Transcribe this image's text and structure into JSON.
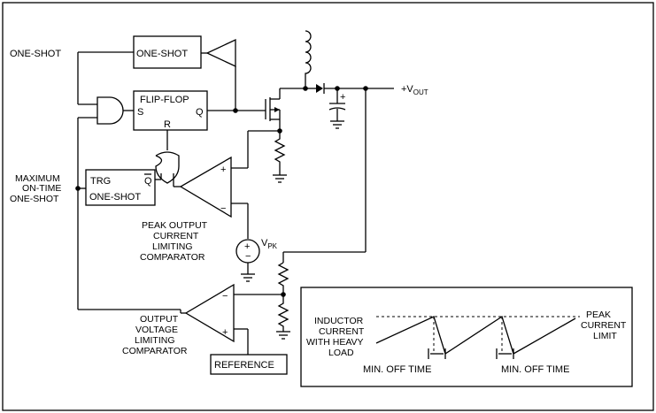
{
  "labels": {
    "one_shot_left": "ONE-SHOT",
    "one_shot_box": "ONE-SHOT",
    "flip_flop": "FLIP-FLOP",
    "ff_s": "S",
    "ff_q": "Q",
    "ff_r": "R",
    "trg": "TRG",
    "q_bar": "Q",
    "trg_one_shot": "ONE-SHOT",
    "max_on_time": [
      "MAXIMUM",
      "ON-TIME",
      "ONE-SHOT"
    ],
    "plus": "+",
    "minus": "−",
    "peak_comparator": [
      "PEAK OUTPUT",
      "CURRENT",
      "LIMITING",
      "COMPARATOR"
    ],
    "vpk_main": "V",
    "vpk_sub": "PK",
    "vout_main": "+V",
    "vout_sub": "OUT",
    "output_comparator": [
      "OUTPUT",
      "VOLTAGE",
      "LIMITING",
      "COMPARATOR"
    ],
    "reference": "REFERENCE"
  },
  "inset": {
    "inductor_label": [
      "INDUCTOR",
      "CURRENT",
      "WITH HEAVY",
      "LOAD"
    ],
    "peak_label": [
      "PEAK",
      "CURRENT",
      "LIMIT"
    ],
    "min_off_1": "MIN. OFF TIME",
    "min_off_2": "MIN. OFF TIME"
  }
}
